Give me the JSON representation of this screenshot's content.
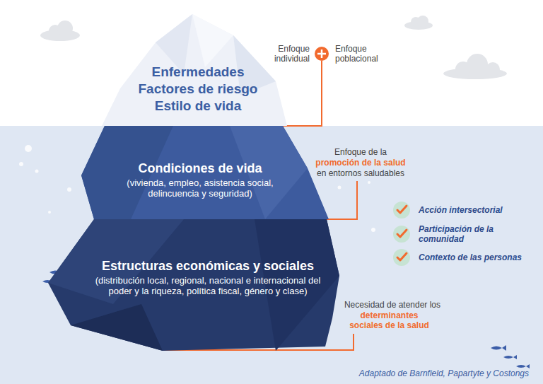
{
  "diagram": {
    "caption": "Adaptado de Barnfield, Papartyte y Costongs",
    "nodes": [
      {
        "text": [
          "Enfermedades",
          "Factores de riesgo",
          "Estilo de vida"
        ]
      },
      {
        "text": [
          "Condiciones de vida",
          "(vivienda, empleo, asistencia social, delincuencia y seguridad)"
        ]
      },
      {
        "text": [
          "Estructuras económicas y sociales",
          "(distribución local, regional, nacional e internacional del poder y la riqueza, política fiscal, género y clase)"
        ]
      }
    ],
    "labels": [
      "Enfoque individual",
      "Enfoque poblacional",
      "Enfoque de la",
      "promoción de la salud",
      "en entornos saludables",
      "Acción intersectorial",
      "Participación de la comunidad",
      "Contexto de las personas",
      "Necesidad de atender los",
      "determinantes sociales de la salud"
    ]
  }
}
